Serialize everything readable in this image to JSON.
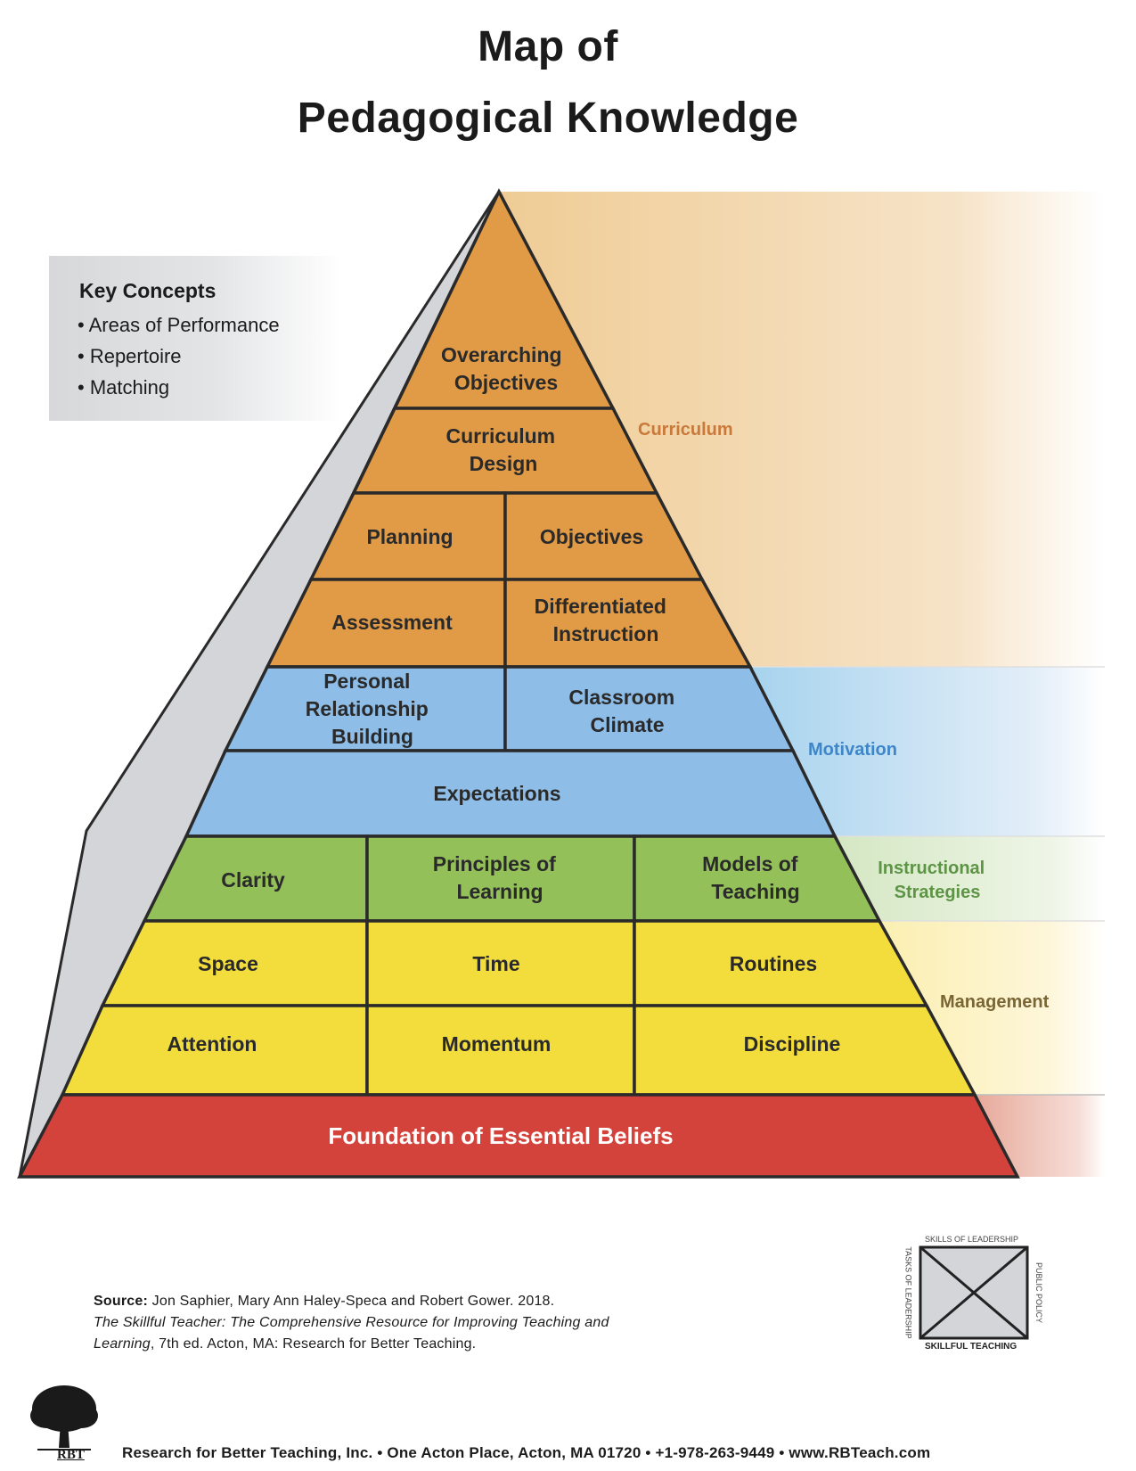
{
  "title": {
    "line1": "Map of",
    "line2": "Pedagogical Knowledge"
  },
  "key_concepts": {
    "heading": "Key Concepts",
    "items": [
      "• Areas of Performance",
      "• Repertoire",
      "• Matching"
    ]
  },
  "pyramid": {
    "curriculum": {
      "overarching_objectives": [
        "Overarching",
        "Objectives"
      ],
      "curriculum_design": [
        "Curriculum",
        "Design"
      ],
      "planning": "Planning",
      "objectives": "Objectives",
      "assessment": "Assessment",
      "differentiated_instruction": [
        "Differentiated",
        "Instruction"
      ]
    },
    "motivation": {
      "personal_relationship_building": [
        "Personal",
        "Relationship",
        "Building"
      ],
      "classroom_climate": [
        "Classroom",
        "Climate"
      ],
      "expectations": "Expectations"
    },
    "instructional_strategies": {
      "clarity": "Clarity",
      "principles_of_learning": [
        "Principles of",
        "Learning"
      ],
      "models_of_teaching": [
        "Models of",
        "Teaching"
      ]
    },
    "management": {
      "space": "Space",
      "time": "Time",
      "routines": "Routines",
      "attention": "Attention",
      "momentum": "Momentum",
      "discipline": "Discipline"
    },
    "foundation": "Foundation of Essential Beliefs"
  },
  "area_labels": {
    "curriculum": "Curriculum",
    "motivation": "Motivation",
    "instructional_strategies": [
      "Instructional",
      "Strategies"
    ],
    "management": "Management"
  },
  "colors": {
    "curriculum": "#e19a45",
    "motivation": "#8ebde7",
    "instructional": "#94c05a",
    "management": "#f3dd3c",
    "foundation": "#d4433b",
    "side": "#d3d5d8",
    "curriculum_label": "#c9793a",
    "motivation_label": "#3f86c8",
    "instructional_label": "#5d9445",
    "management_label": "#7a6635"
  },
  "source": {
    "label": "Source:",
    "authors": "Jon Saphier, Mary Ann Haley-Speca and Robert Gower. 2018.",
    "book_title": "The Skillful Teacher: The Comprehensive Resource for Improving Teaching and Learning",
    "rest": ", 7th ed. Acton, MA: Research for Better Teaching."
  },
  "leadership_diagram": {
    "top": "SKILLS OF LEADERSHIP",
    "left": "TASKS OF LEADERSHIP",
    "right": "PUBLIC POLICY",
    "bottom": "SKILLFUL TEACHING"
  },
  "logo_text": "RBT",
  "footer": "Research for Better Teaching, Inc.  •  One Acton Place, Acton, MA 01720  •  +1-978-263-9449  •  www.RBTeach.com"
}
